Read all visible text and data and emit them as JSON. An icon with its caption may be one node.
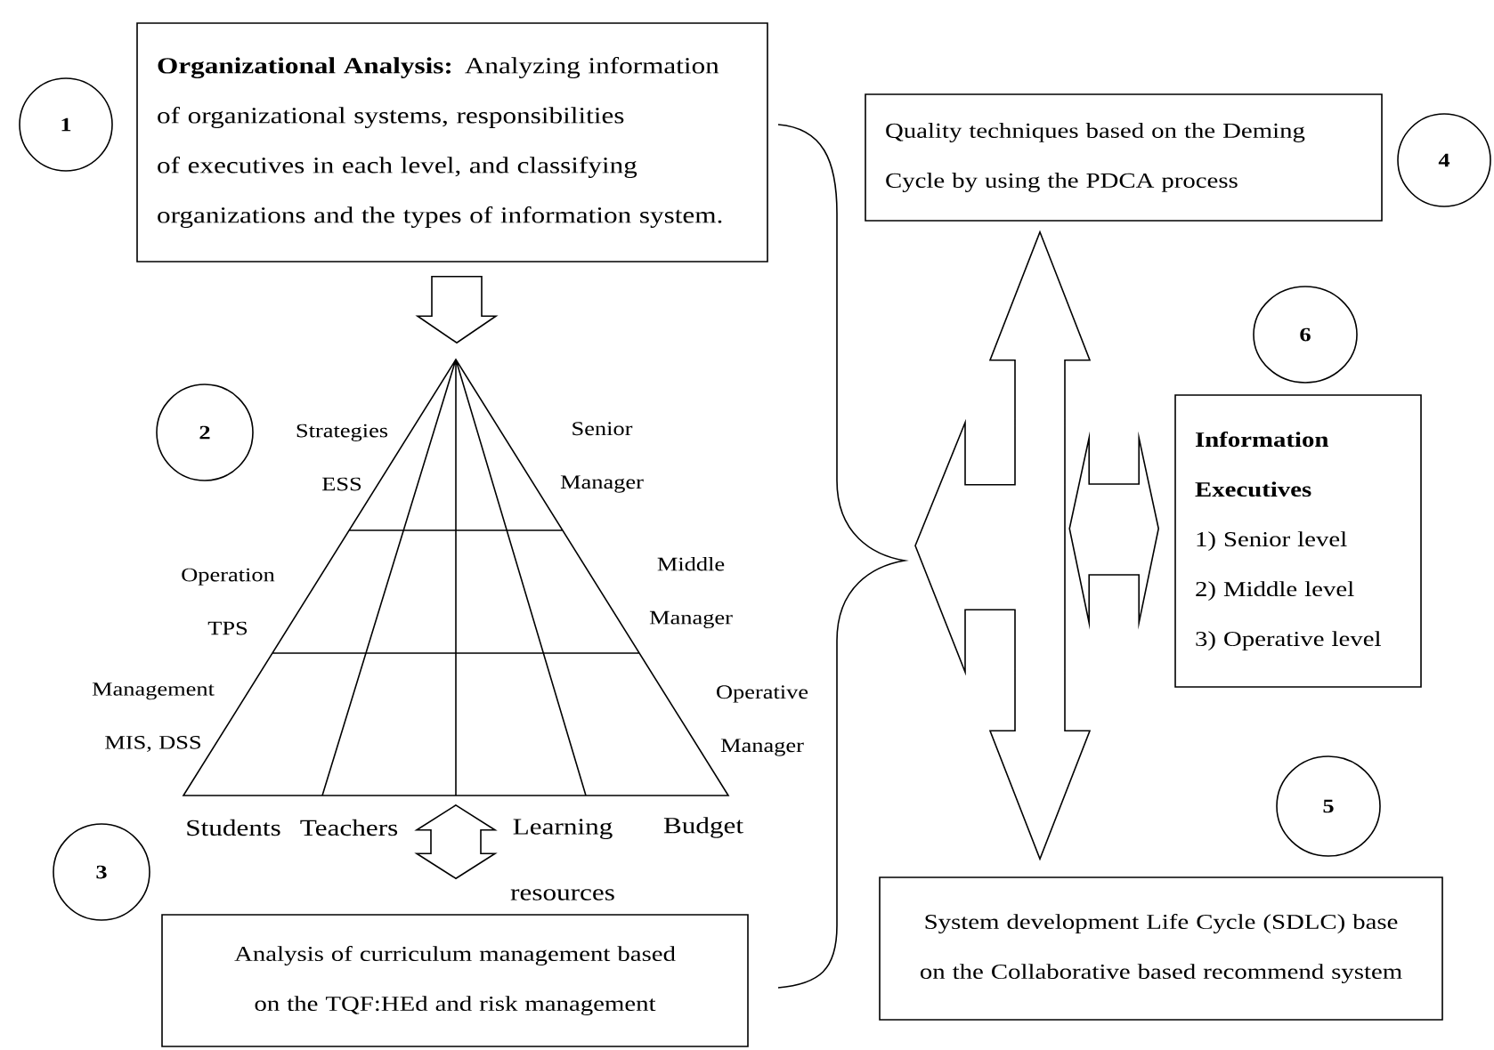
{
  "diagram": {
    "nodes": [
      {
        "text": [
          "1"
        ]
      },
      {
        "text": [
          "**Organizational Analysis:** Analyzing information of organizational systems, responsibilities of executives in each level, and classifying organizations and the types of information system."
        ]
      },
      {
        "text": [
          "2"
        ]
      },
      {
        "text": [],
        "shape": "triangle"
      },
      {
        "text": [
          "3"
        ]
      },
      {
        "text": [
          "Analysis of curriculum management based on the TQF:HEd and risk management"
        ]
      },
      {
        "text": [
          "Quality techniques based on the Deming Cycle by using the PDCA process"
        ]
      },
      {
        "text": [
          "4"
        ]
      },
      {
        "text": [
          "6"
        ]
      },
      {
        "text": [
          "Information Executives",
          "1) Senior level",
          "2) Middle level",
          "3) Operative level"
        ]
      },
      {
        "text": [
          "5"
        ]
      },
      {
        "text": [
          "System development Life Cycle (SDLC) base on the Collaborative based recommend system"
        ]
      }
    ],
    "edges": [
      {
        "from": 1,
        "to": 3,
        "arrow": "to"
      },
      {
        "from": 3,
        "to": 5,
        "arrow": "both"
      },
      {
        "from": 6,
        "to": 11,
        "arrow": "both"
      },
      {
        "from": null,
        "to": 9,
        "arrow": "both"
      }
    ],
    "labels": [
      "Strategies ESS",
      "Senior Manager",
      "Operation TPS",
      "Middle Manager",
      "Management MIS, DSS",
      "Operative Manager",
      "Students",
      "Teachers",
      "Learning resources",
      "Budget"
    ]
  }
}
